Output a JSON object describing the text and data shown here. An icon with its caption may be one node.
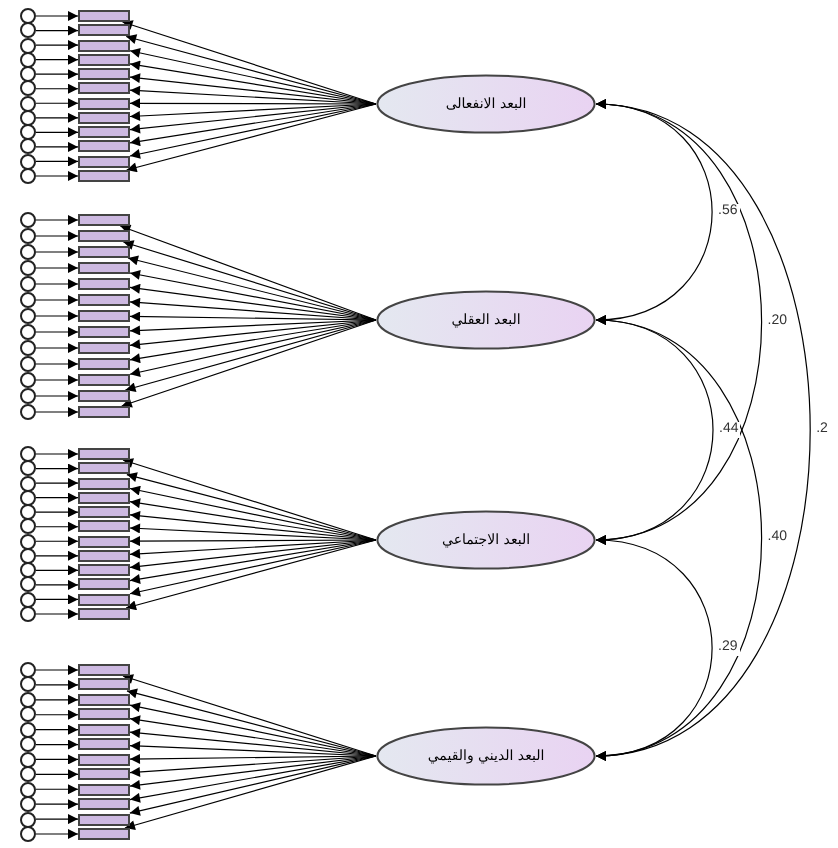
{
  "diagram": {
    "nodes": [
      {
        "text": [
          "البعد الانفعالى"
        ]
      },
      {
        "text": [
          "البعد العقلي"
        ]
      },
      {
        "text": [
          "البعد الاجتماعي"
        ]
      },
      {
        "text": [
          "البعد الديني والقيمي"
        ]
      },
      {
        "text": [],
        "shape": "circle"
      },
      {
        "text": [],
        "shape": "box"
      },
      {
        "text": [],
        "shape": "circle"
      },
      {
        "text": [],
        "shape": "box"
      },
      {
        "text": [],
        "shape": "circle"
      },
      {
        "text": [],
        "shape": "box"
      },
      {
        "text": [],
        "shape": "circle"
      },
      {
        "text": [],
        "shape": "box"
      },
      {
        "text": [],
        "shape": "circle"
      },
      {
        "text": [],
        "shape": "box"
      },
      {
        "text": [],
        "shape": "circle"
      },
      {
        "text": [],
        "shape": "box"
      },
      {
        "text": [],
        "shape": "circle"
      },
      {
        "text": [],
        "shape": "box"
      },
      {
        "text": [],
        "shape": "circle"
      },
      {
        "text": [],
        "shape": "box"
      },
      {
        "text": [],
        "shape": "circle"
      },
      {
        "text": [],
        "shape": "box"
      },
      {
        "text": [],
        "shape": "circle"
      },
      {
        "text": [],
        "shape": "box"
      },
      {
        "text": [],
        "shape": "circle"
      },
      {
        "text": [],
        "shape": "box"
      },
      {
        "text": [],
        "shape": "circle"
      },
      {
        "text": [],
        "shape": "box"
      },
      {
        "text": [],
        "shape": "circle"
      },
      {
        "text": [],
        "shape": "box"
      },
      {
        "text": [],
        "shape": "circle"
      },
      {
        "text": [],
        "shape": "box"
      },
      {
        "text": [],
        "shape": "circle"
      },
      {
        "text": [],
        "shape": "box"
      },
      {
        "text": [],
        "shape": "circle"
      },
      {
        "text": [],
        "shape": "box"
      },
      {
        "text": [],
        "shape": "circle"
      },
      {
        "text": [],
        "shape": "box"
      },
      {
        "text": [],
        "shape": "circle"
      },
      {
        "text": [],
        "shape": "box"
      },
      {
        "text": [],
        "shape": "circle"
      },
      {
        "text": [],
        "shape": "box"
      },
      {
        "text": [],
        "shape": "circle"
      },
      {
        "text": [],
        "shape": "box"
      },
      {
        "text": [],
        "shape": "circle"
      },
      {
        "text": [],
        "shape": "box"
      },
      {
        "text": [],
        "shape": "circle"
      },
      {
        "text": [],
        "shape": "box"
      },
      {
        "text": [],
        "shape": "circle"
      },
      {
        "text": [],
        "shape": "box"
      },
      {
        "text": [],
        "shape": "circle"
      },
      {
        "text": [],
        "shape": "box"
      },
      {
        "text": [],
        "shape": "circle"
      },
      {
        "text": [],
        "shape": "box"
      },
      {
        "text": [],
        "shape": "circle"
      },
      {
        "text": [],
        "shape": "box"
      },
      {
        "text": [],
        "shape": "circle"
      },
      {
        "text": [],
        "shape": "box"
      },
      {
        "text": [],
        "shape": "circle"
      },
      {
        "text": [],
        "shape": "box"
      },
      {
        "text": [],
        "shape": "circle"
      },
      {
        "text": [],
        "shape": "box"
      },
      {
        "text": [],
        "shape": "circle"
      },
      {
        "text": [],
        "shape": "box"
      },
      {
        "text": [],
        "shape": "circle"
      },
      {
        "text": [],
        "shape": "box"
      },
      {
        "text": [],
        "shape": "circle"
      },
      {
        "text": [],
        "shape": "box"
      },
      {
        "text": [],
        "shape": "circle"
      },
      {
        "text": [],
        "shape": "box"
      },
      {
        "text": [],
        "shape": "circle"
      },
      {
        "text": [],
        "shape": "box"
      },
      {
        "text": [],
        "shape": "circle"
      },
      {
        "text": [],
        "shape": "box"
      },
      {
        "text": [],
        "shape": "circle"
      },
      {
        "text": [],
        "shape": "box"
      },
      {
        "text": [],
        "shape": "circle"
      },
      {
        "text": [],
        "shape": "box"
      },
      {
        "text": [],
        "shape": "circle"
      },
      {
        "text": [],
        "shape": "box"
      },
      {
        "text": [],
        "shape": "circle"
      },
      {
        "text": [],
        "shape": "box"
      },
      {
        "text": [],
        "shape": "circle"
      },
      {
        "text": [],
        "shape": "box"
      },
      {
        "text": [],
        "shape": "circle"
      },
      {
        "text": [],
        "shape": "box"
      },
      {
        "text": [],
        "shape": "circle"
      },
      {
        "text": [],
        "shape": "box"
      },
      {
        "text": [],
        "shape": "circle"
      },
      {
        "text": [],
        "shape": "box"
      },
      {
        "text": [],
        "shape": "circle"
      },
      {
        "text": [],
        "shape": "box"
      },
      {
        "text": [],
        "shape": "circle"
      },
      {
        "text": [],
        "shape": "box"
      },
      {
        "text": [],
        "shape": "circle"
      },
      {
        "text": [],
        "shape": "box"
      },
      {
        "text": [],
        "shape": "circle"
      },
      {
        "text": [],
        "shape": "box"
      },
      {
        "text": [],
        "shape": "circle"
      },
      {
        "text": [],
        "shape": "box"
      },
      {
        "text": [],
        "shape": "circle"
      },
      {
        "text": [],
        "shape": "box"
      }
    ],
    "edges": [
      {
        "from": 4,
        "to": 5,
        "arrow": "to"
      },
      {
        "from": 0,
        "to": 5,
        "arrow": "to"
      },
      {
        "from": 6,
        "to": 7,
        "arrow": "to"
      },
      {
        "from": 0,
        "to": 7,
        "arrow": "to"
      },
      {
        "from": 8,
        "to": 9,
        "arrow": "to"
      },
      {
        "from": 0,
        "to": 9,
        "arrow": "to"
      },
      {
        "from": 10,
        "to": 11,
        "arrow": "to"
      },
      {
        "from": 0,
        "to": 11,
        "arrow": "to"
      },
      {
        "from": 12,
        "to": 13,
        "arrow": "to"
      },
      {
        "from": 0,
        "to": 13,
        "arrow": "to"
      },
      {
        "from": 14,
        "to": 15,
        "arrow": "to"
      },
      {
        "from": 0,
        "to": 15,
        "arrow": "to"
      },
      {
        "from": 16,
        "to": 17,
        "arrow": "to"
      },
      {
        "from": 0,
        "to": 17,
        "arrow": "to"
      },
      {
        "from": 18,
        "to": 19,
        "arrow": "to"
      },
      {
        "from": 0,
        "to": 19,
        "arrow": "to"
      },
      {
        "from": 20,
        "to": 21,
        "arrow": "to"
      },
      {
        "from": 0,
        "to": 21,
        "arrow": "to"
      },
      {
        "from": 22,
        "to": 23,
        "arrow": "to"
      },
      {
        "from": 0,
        "to": 23,
        "arrow": "to"
      },
      {
        "from": 24,
        "to": 25,
        "arrow": "to"
      },
      {
        "from": 0,
        "to": 25,
        "arrow": "to"
      },
      {
        "from": 26,
        "to": 27,
        "arrow": "to"
      },
      {
        "from": 0,
        "to": 27,
        "arrow": "to"
      },
      {
        "from": 28,
        "to": 29,
        "arrow": "to"
      },
      {
        "from": 1,
        "to": 29,
        "arrow": "to"
      },
      {
        "from": 30,
        "to": 31,
        "arrow": "to"
      },
      {
        "from": 1,
        "to": 31,
        "arrow": "to"
      },
      {
        "from": 32,
        "to": 33,
        "arrow": "to"
      },
      {
        "from": 1,
        "to": 33,
        "arrow": "to"
      },
      {
        "from": 34,
        "to": 35,
        "arrow": "to"
      },
      {
        "from": 1,
        "to": 35,
        "arrow": "to"
      },
      {
        "from": 36,
        "to": 37,
        "arrow": "to"
      },
      {
        "from": 1,
        "to": 37,
        "arrow": "to"
      },
      {
        "from": 38,
        "to": 39,
        "arrow": "to"
      },
      {
        "from": 1,
        "to": 39,
        "arrow": "to"
      },
      {
        "from": 40,
        "to": 41,
        "arrow": "to"
      },
      {
        "from": 1,
        "to": 41,
        "arrow": "to"
      },
      {
        "from": 42,
        "to": 43,
        "arrow": "to"
      },
      {
        "from": 1,
        "to": 43,
        "arrow": "to"
      },
      {
        "from": 44,
        "to": 45,
        "arrow": "to"
      },
      {
        "from": 1,
        "to": 45,
        "arrow": "to"
      },
      {
        "from": 46,
        "to": 47,
        "arrow": "to"
      },
      {
        "from": 1,
        "to": 47,
        "arrow": "to"
      },
      {
        "from": 48,
        "to": 49,
        "arrow": "to"
      },
      {
        "from": 1,
        "to": 49,
        "arrow": "to"
      },
      {
        "from": 50,
        "to": 51,
        "arrow": "to"
      },
      {
        "from": 1,
        "to": 51,
        "arrow": "to"
      },
      {
        "from": 52,
        "to": 53,
        "arrow": "to"
      },
      {
        "from": 1,
        "to": 53,
        "arrow": "to"
      },
      {
        "from": 54,
        "to": 55,
        "arrow": "to"
      },
      {
        "from": 2,
        "to": 55,
        "arrow": "to"
      },
      {
        "from": 56,
        "to": 57,
        "arrow": "to"
      },
      {
        "from": 2,
        "to": 57,
        "arrow": "to"
      },
      {
        "from": 58,
        "to": 59,
        "arrow": "to"
      },
      {
        "from": 2,
        "to": 59,
        "arrow": "to"
      },
      {
        "from": 60,
        "to": 61,
        "arrow": "to"
      },
      {
        "from": 2,
        "to": 61,
        "arrow": "to"
      },
      {
        "from": 62,
        "to": 63,
        "arrow": "to"
      },
      {
        "from": 2,
        "to": 63,
        "arrow": "to"
      },
      {
        "from": 64,
        "to": 65,
        "arrow": "to"
      },
      {
        "from": 2,
        "to": 65,
        "arrow": "to"
      },
      {
        "from": 66,
        "to": 67,
        "arrow": "to"
      },
      {
        "from": 2,
        "to": 67,
        "arrow": "to"
      },
      {
        "from": 68,
        "to": 69,
        "arrow": "to"
      },
      {
        "from": 2,
        "to": 69,
        "arrow": "to"
      },
      {
        "from": 70,
        "to": 71,
        "arrow": "to"
      },
      {
        "from": 2,
        "to": 71,
        "arrow": "to"
      },
      {
        "from": 72,
        "to": 73,
        "arrow": "to"
      },
      {
        "from": 2,
        "to": 73,
        "arrow": "to"
      },
      {
        "from": 74,
        "to": 75,
        "arrow": "to"
      },
      {
        "from": 2,
        "to": 75,
        "arrow": "to"
      },
      {
        "from": 76,
        "to": 77,
        "arrow": "to"
      },
      {
        "from": 2,
        "to": 77,
        "arrow": "to"
      },
      {
        "from": 78,
        "to": 79,
        "arrow": "to"
      },
      {
        "from": 3,
        "to": 79,
        "arrow": "to"
      },
      {
        "from": 80,
        "to": 81,
        "arrow": "to"
      },
      {
        "from": 3,
        "to": 81,
        "arrow": "to"
      },
      {
        "from": 82,
        "to": 83,
        "arrow": "to"
      },
      {
        "from": 3,
        "to": 83,
        "arrow": "to"
      },
      {
        "from": 84,
        "to": 85,
        "arrow": "to"
      },
      {
        "from": 3,
        "to": 85,
        "arrow": "to"
      },
      {
        "from": 86,
        "to": 87,
        "arrow": "to"
      },
      {
        "from": 3,
        "to": 87,
        "arrow": "to"
      },
      {
        "from": 88,
        "to": 89,
        "arrow": "to"
      },
      {
        "from": 3,
        "to": 89,
        "arrow": "to"
      },
      {
        "from": 90,
        "to": 91,
        "arrow": "to"
      },
      {
        "from": 3,
        "to": 91,
        "arrow": "to"
      },
      {
        "from": 92,
        "to": 93,
        "arrow": "to"
      },
      {
        "from": 3,
        "to": 93,
        "arrow": "to"
      },
      {
        "from": 94,
        "to": 95,
        "arrow": "to"
      },
      {
        "from": 3,
        "to": 95,
        "arrow": "to"
      },
      {
        "from": 96,
        "to": 97,
        "arrow": "to"
      },
      {
        "from": 3,
        "to": 97,
        "arrow": "to"
      },
      {
        "from": 98,
        "to": 99,
        "arrow": "to"
      },
      {
        "from": 3,
        "to": 99,
        "arrow": "to"
      },
      {
        "from": 100,
        "to": 101,
        "arrow": "to"
      },
      {
        "from": 3,
        "to": 101,
        "arrow": "to"
      },
      {
        "from": 0,
        "to": 1,
        "arrow": "both",
        "label": ".56"
      },
      {
        "from": 0,
        "to": 2,
        "arrow": "both",
        "label": ".20"
      },
      {
        "from": 0,
        "to": 3,
        "arrow": "both",
        "label": ".2"
      },
      {
        "from": 1,
        "to": 2,
        "arrow": "both",
        "label": ".44"
      },
      {
        "from": 1,
        "to": 3,
        "arrow": "both",
        "label": ".40"
      },
      {
        "from": 2,
        "to": 3,
        "arrow": "both",
        "label": ".29"
      }
    ]
  }
}
